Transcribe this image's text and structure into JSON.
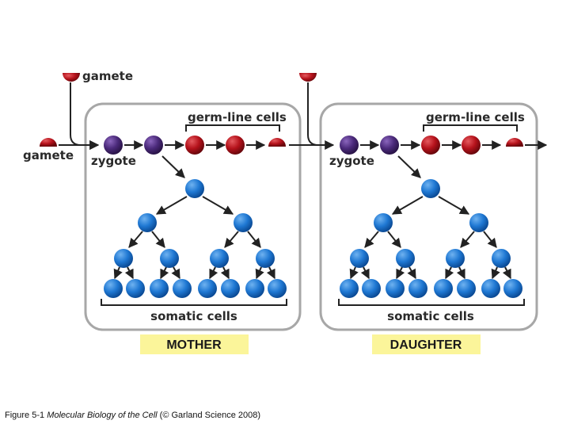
{
  "labels": {
    "gamete_top": "gamete",
    "gamete_left": "gamete",
    "germ_line_mother": "germ-line cells",
    "germ_line_daughter": "germ-line cells",
    "zygote_mother": "zygote",
    "zygote_daughter": "zygote",
    "somatic_mother": "somatic cells",
    "somatic_daughter": "somatic cells",
    "mother": "MOTHER",
    "daughter": "DAUGHTER"
  },
  "caption": {
    "prefix": "Figure 5-1  ",
    "title": "Molecular Biology of the Cell",
    "suffix": " (© Garland Science 2008)"
  },
  "colors": {
    "gamete_red": "#b5121b",
    "zygote_purple": "#4b2a7b",
    "somatic_blue": "#1a73d1",
    "box_border": "#a7a7a7",
    "label_bg": "#fbf59a",
    "arrow": "#222222"
  }
}
